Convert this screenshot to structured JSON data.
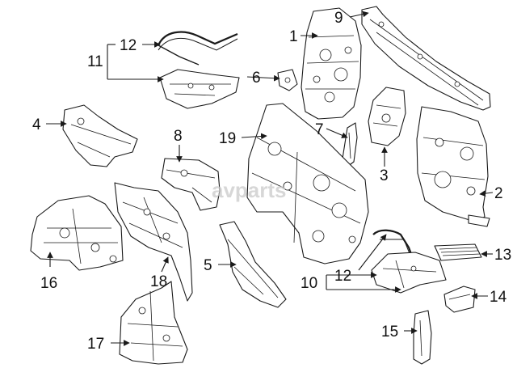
{
  "watermark": "avparts",
  "callouts": [
    {
      "id": "1",
      "label": "1"
    },
    {
      "id": "2",
      "label": "2"
    },
    {
      "id": "3",
      "label": "3"
    },
    {
      "id": "4",
      "label": "4"
    },
    {
      "id": "5",
      "label": "5"
    },
    {
      "id": "6",
      "label": "6"
    },
    {
      "id": "7",
      "label": "7"
    },
    {
      "id": "8",
      "label": "8"
    },
    {
      "id": "9",
      "label": "9"
    },
    {
      "id": "10",
      "label": "10"
    },
    {
      "id": "11",
      "label": "11"
    },
    {
      "id": "12a",
      "label": "12"
    },
    {
      "id": "12b",
      "label": "12"
    },
    {
      "id": "13",
      "label": "13"
    },
    {
      "id": "14",
      "label": "14"
    },
    {
      "id": "15",
      "label": "15"
    },
    {
      "id": "16",
      "label": "16"
    },
    {
      "id": "17",
      "label": "17"
    },
    {
      "id": "18",
      "label": "18"
    },
    {
      "id": "19",
      "label": "19"
    }
  ]
}
